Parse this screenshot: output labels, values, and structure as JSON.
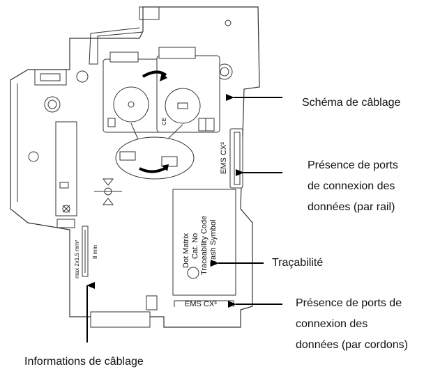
{
  "device": {
    "lateral_port_label": "EMS CX³",
    "bottom_port_label": "EMS CX³",
    "marking_lines": [
      "Dot Matrix",
      "Cat. No",
      "Traceability Code",
      "Trash Symbol"
    ],
    "wiring_info_lines": [
      "max 2x1.5 mm²",
      "8 mm"
    ],
    "cover_mark": "CE"
  },
  "annotations": {
    "wiring_diagram": "Schéma de câblage",
    "rail_ports": [
      "Présence de ports",
      "de connexion des",
      "données (par rail)"
    ],
    "traceability": "Traçabilité",
    "cord_ports": [
      "Présence de ports de",
      "connexion des",
      "données (par cordons)"
    ],
    "wiring_info": "Informations de câblage"
  },
  "colors": {
    "outline": "#333333",
    "fill": "#ffffff",
    "arrow": "#000000"
  }
}
